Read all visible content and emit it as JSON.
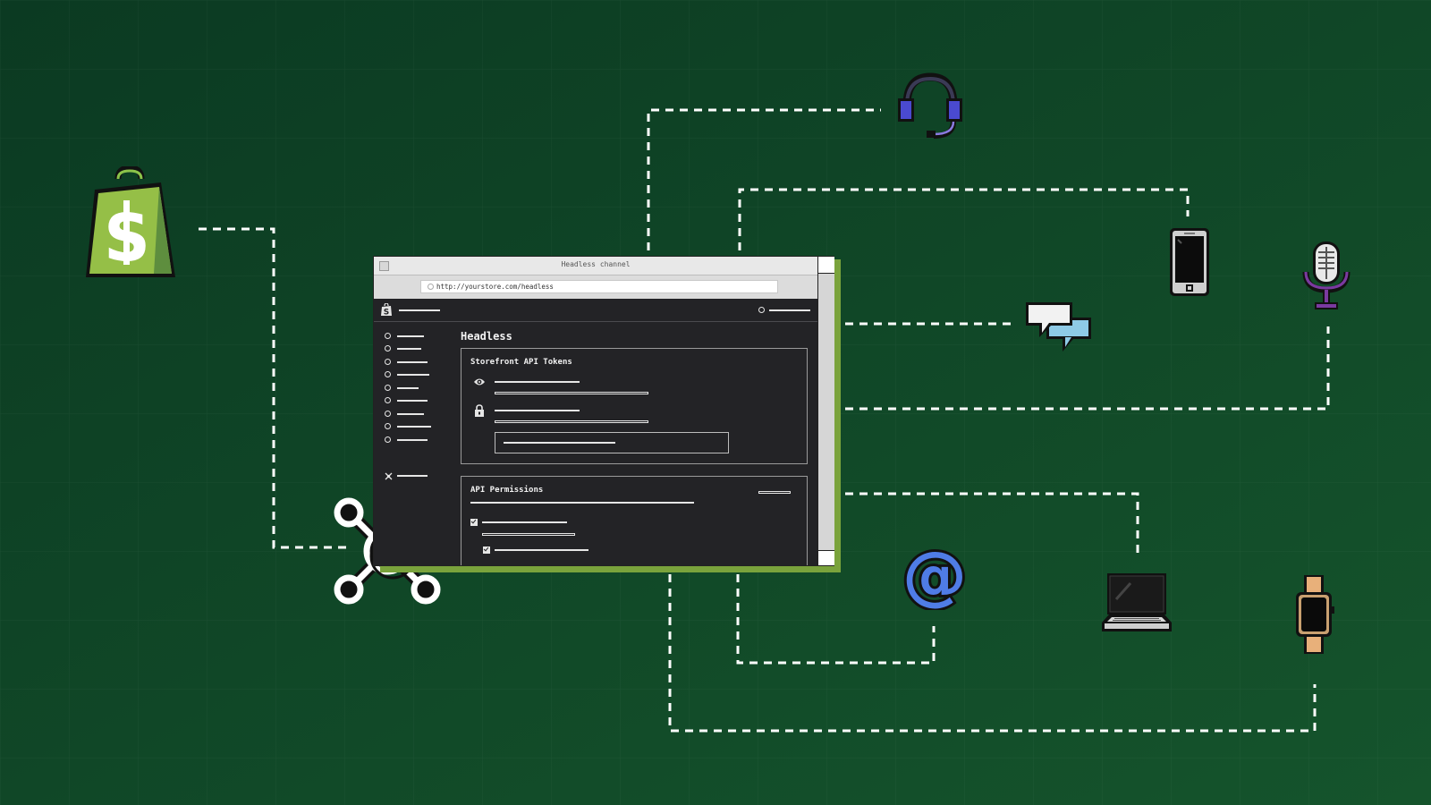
{
  "window": {
    "title": "Headless channel",
    "url": "http://yourstore.com/headless"
  },
  "page": {
    "heading": "Headless"
  },
  "storefront_tokens": {
    "title": "Storefront API Tokens"
  },
  "api_permissions": {
    "title": "API Permissions"
  },
  "colors": {
    "background": "#0e3d24",
    "connector": "#ffffff",
    "window_accent": "#7aa33c",
    "app_dark": "#232326"
  },
  "icons": [
    "shopify-bag-icon",
    "network-hub-icon",
    "headset-icon",
    "phone-icon",
    "microphone-icon",
    "chat-bubbles-icon",
    "at-sign-icon",
    "laptop-icon",
    "smartwatch-icon"
  ]
}
